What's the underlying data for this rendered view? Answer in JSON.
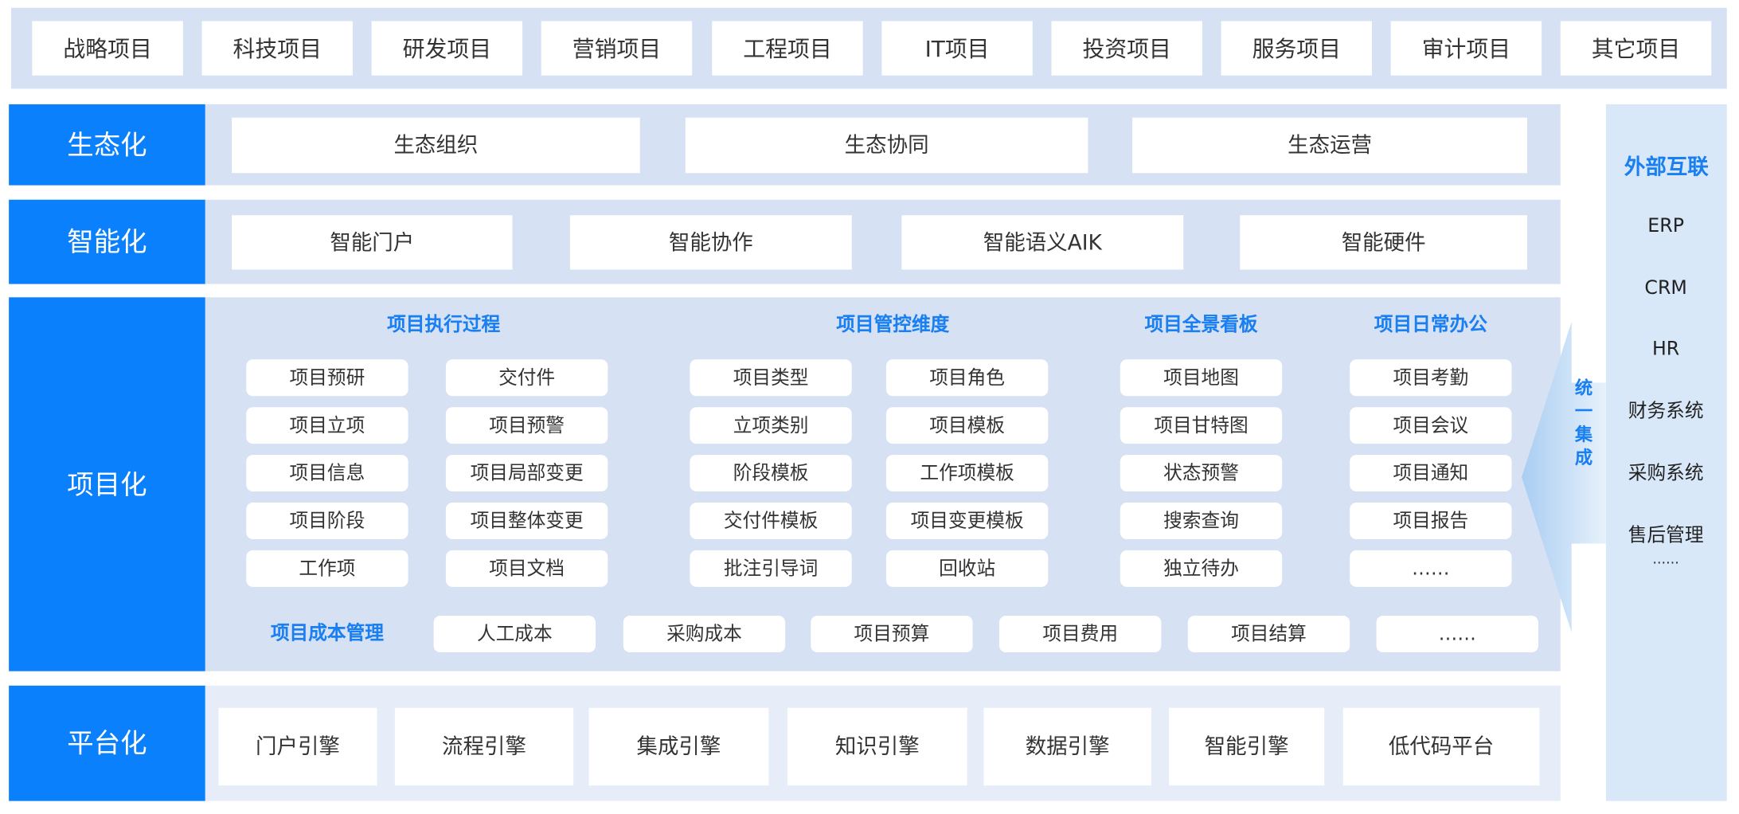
{
  "top_projects": [
    "战略项目",
    "科技项目",
    "研发项目",
    "营销项目",
    "工程项目",
    "IT项目",
    "投资项目",
    "服务项目",
    "审计项目",
    "其它项目"
  ],
  "layers": {
    "ecology": {
      "label": "生态化",
      "items": [
        "生态组织",
        "生态协同",
        "生态运营"
      ]
    },
    "intelligence": {
      "label": "智能化",
      "items": [
        "智能门户",
        "智能协作",
        "智能语义AIK",
        "智能硬件"
      ]
    },
    "project": {
      "label": "项目化",
      "groups": [
        {
          "title": "项目执行过程",
          "columns": [
            [
              "项目预研",
              "项目立项",
              "项目信息",
              "项目阶段",
              "工作项"
            ],
            [
              "交付件",
              "项目预警",
              "项目局部变更",
              "项目整体变更",
              "项目文档"
            ]
          ]
        },
        {
          "title": "项目管控维度",
          "columns": [
            [
              "项目类型",
              "立项类别",
              "阶段模板",
              "交付件模板",
              "批注引导词"
            ],
            [
              "项目角色",
              "项目模板",
              "工作项模板",
              "项目变更模板",
              "回收站"
            ]
          ]
        },
        {
          "title": "项目全景看板",
          "columns": [
            [
              "项目地图",
              "项目甘特图",
              "状态预警",
              "搜索查询",
              "独立待办"
            ]
          ]
        },
        {
          "title": "项目日常办公",
          "columns": [
            [
              "项目考勤",
              "项目会议",
              "项目通知",
              "项目报告",
              "……"
            ]
          ]
        }
      ],
      "cost": {
        "title": "项目成本管理",
        "items": [
          "人工成本",
          "采购成本",
          "项目预算",
          "项目费用",
          "项目结算",
          "……"
        ]
      }
    },
    "platform": {
      "label": "平台化",
      "items": [
        "门户引擎",
        "流程引擎",
        "集成引擎",
        "知识引擎",
        "数据引擎",
        "智能引擎",
        "低代码平台"
      ]
    }
  },
  "integration_arrow": {
    "label": [
      "统",
      "一",
      "集",
      "成"
    ]
  },
  "external": {
    "title": "外部互联",
    "items": [
      "ERP",
      "CRM",
      "HR",
      "财务系统",
      "采购系统",
      "售后管理"
    ],
    "more": "……"
  },
  "colors": {
    "accent": "#0a80fc",
    "band": "#d6e2f3",
    "heading": "#1a7ff0"
  }
}
